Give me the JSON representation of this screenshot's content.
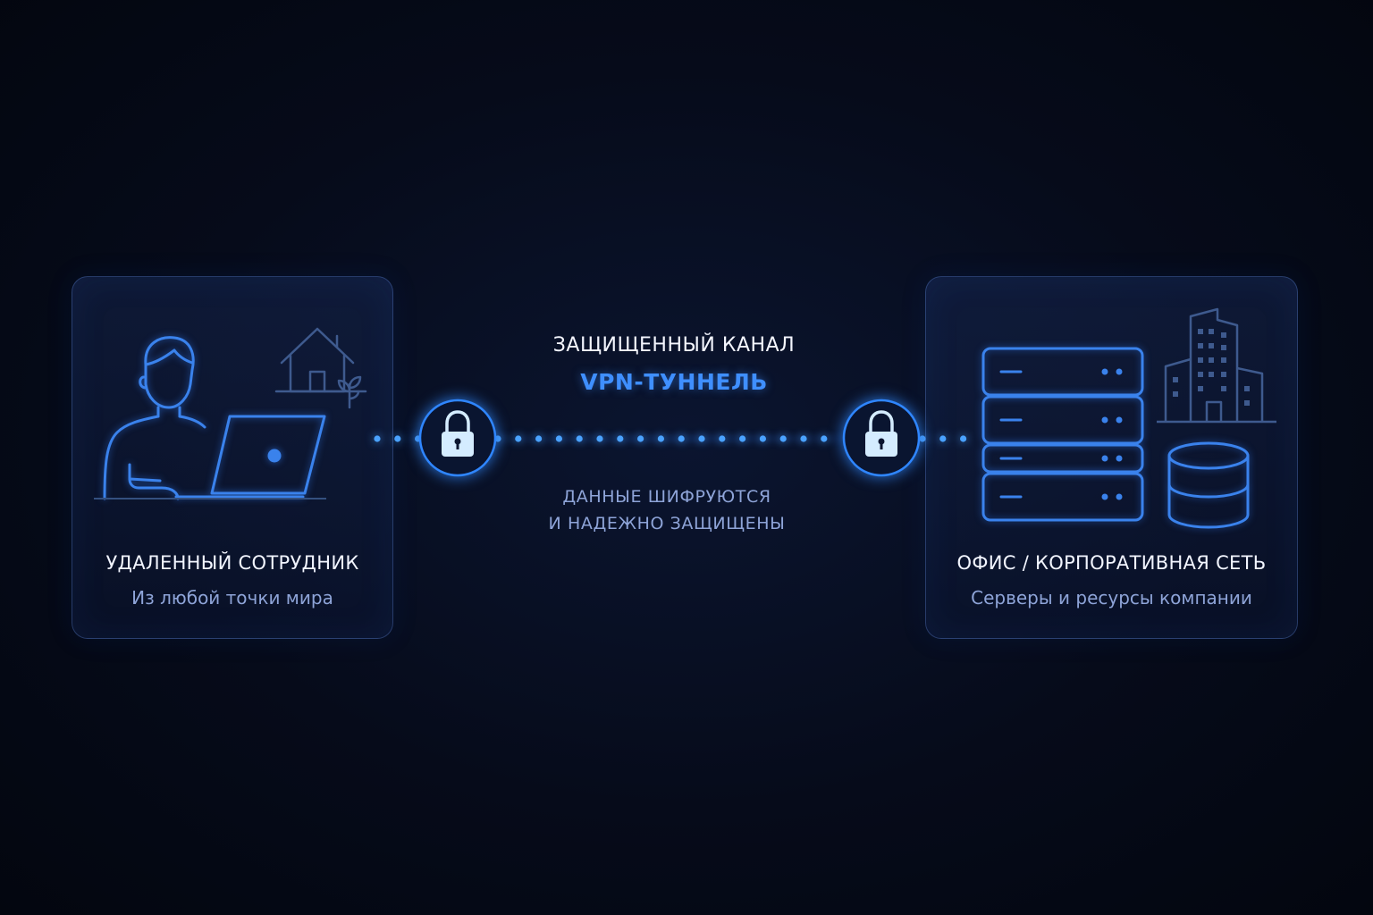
{
  "left_node": {
    "title": "УДАЛЕННЫЙ СОТРУДНИК",
    "subtitle": "Из любой точки мира",
    "icons": [
      "person-at-laptop-icon",
      "house-icon",
      "plant-icon"
    ]
  },
  "right_node": {
    "title": "ОФИС / КОРПОРАТИВНАЯ СЕТЬ",
    "subtitle": "Серверы и ресурсы компании",
    "icons": [
      "server-rack-icon",
      "office-building-icon",
      "database-icon"
    ]
  },
  "tunnel": {
    "title": "ЗАЩИЩЕННЫЙ КАНАЛ",
    "name": "VPN-ТУННЕЛЬ",
    "description_line1": "ДАННЫЕ ШИФРУЮТСЯ",
    "description_line2": "И НАДЕЖНО ЗАЩИЩЕНЫ",
    "icons": [
      "lock-icon",
      "lock-icon"
    ]
  },
  "colors": {
    "background": "#050a18",
    "accent": "#2f86ff",
    "line_art": "#3a7fe6",
    "muted_line_art": "#34507f",
    "title_text": "#f2f5ff",
    "subtitle_text": "#8ea4d8"
  }
}
